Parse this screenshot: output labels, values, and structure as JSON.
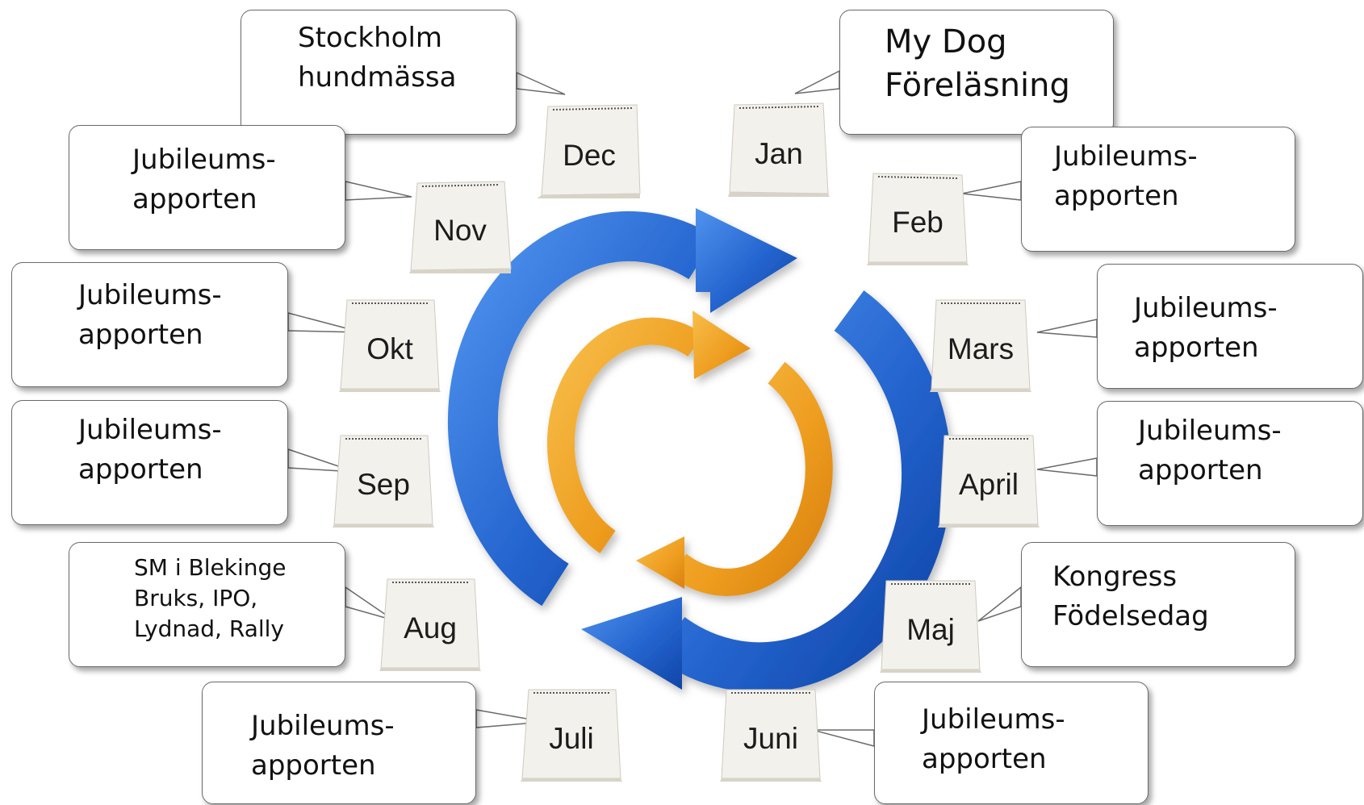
{
  "colors": {
    "outer_arrow": "#2b6fd6",
    "inner_arrow": "#f0a526",
    "bubble_border": "#6a6a6a",
    "calendar_page": "#f3f1ec"
  },
  "months": [
    {
      "id": "jan",
      "label": "Jan",
      "note": "My Dog\nFöreläsning"
    },
    {
      "id": "feb",
      "label": "Feb",
      "note": "Jubileums-\napporten"
    },
    {
      "id": "mars",
      "label": "Mars",
      "note": "Jubileums-\napporten"
    },
    {
      "id": "april",
      "label": "April",
      "note": "Jubileums-\napporten"
    },
    {
      "id": "maj",
      "label": "Maj",
      "note": "Kongress\nFödelsedag"
    },
    {
      "id": "juni",
      "label": "Juni",
      "note": "Jubileums-\napporten"
    },
    {
      "id": "juli",
      "label": "Juli",
      "note": "Jubileums-\napporten"
    },
    {
      "id": "aug",
      "label": "Aug",
      "note": "SM i Blekinge\nBruks, IPO,\nLydnad, Rally"
    },
    {
      "id": "sep",
      "label": "Sep",
      "note": "Jubileums-\napporten"
    },
    {
      "id": "okt",
      "label": "Okt",
      "note": "Jubileums-\napporten"
    },
    {
      "id": "nov",
      "label": "Nov",
      "note": "Jubileums-\napporten"
    },
    {
      "id": "dec",
      "label": "Dec",
      "note": "Stockholm\nhundmässa"
    }
  ]
}
